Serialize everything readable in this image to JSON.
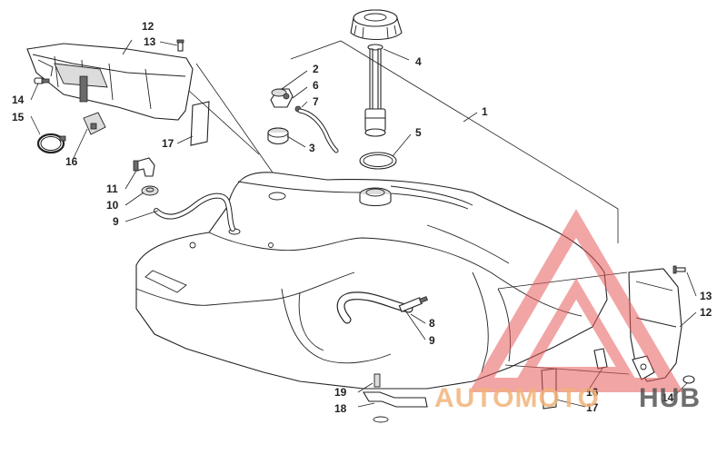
{
  "callouts": {
    "c1": "1",
    "c2": "2",
    "c3": "3",
    "c4": "4",
    "c5": "5",
    "c6": "6",
    "c7": "7",
    "c8": "8",
    "c9_left": "9",
    "c9_center": "9",
    "c10": "10",
    "c11": "11",
    "c12_top": "12",
    "c12_right": "12",
    "c13_top": "13",
    "c13_right": "13",
    "c14_left": "14",
    "c14_right": "14",
    "c15": "15",
    "c16_left": "16",
    "c16_right": "16",
    "c17_left": "17",
    "c17_right": "17",
    "c18": "18",
    "c19": "19"
  },
  "watermark": {
    "part1": "AUTOMOTO",
    "part2": "HUB",
    "color_main": "#f2b37a",
    "color_hub": "#555555",
    "triangle_color": "#e85c5c"
  }
}
